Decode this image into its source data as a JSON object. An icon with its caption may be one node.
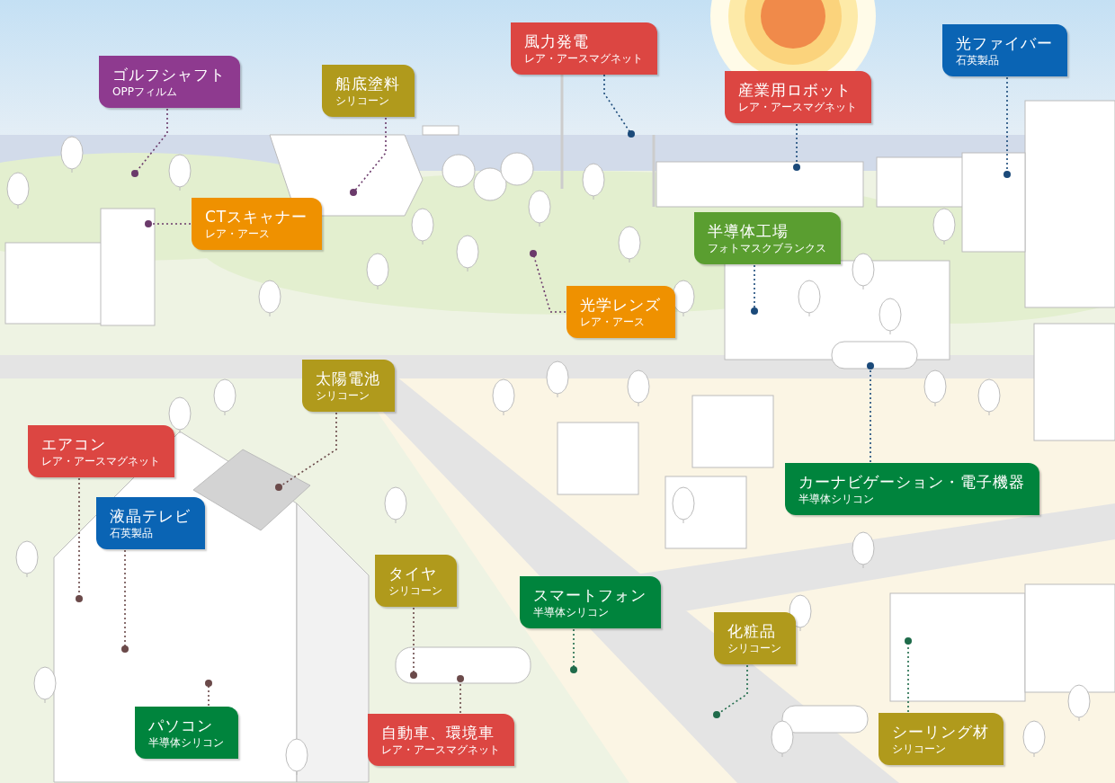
{
  "diagram": {
    "nodes": [
      {
        "text": [
          "風力発電",
          "レア・アースマグネット"
        ]
      },
      {
        "text": [
          "光ファイバー",
          "石英製品"
        ]
      },
      {
        "text": [
          "ゴルフシャフト",
          "OPPフィルム"
        ]
      },
      {
        "text": [
          "船底塗料",
          "シリコーン"
        ]
      },
      {
        "text": [
          "産業用ロボット",
          "レア・アースマグネット"
        ]
      },
      {
        "text": [
          "CTスキャナー",
          "レア・アース"
        ]
      },
      {
        "text": [
          "半導体工場",
          "フォトマスクブランクス"
        ]
      },
      {
        "text": [
          "光学レンズ",
          "レア・アース"
        ]
      },
      {
        "text": [
          "太陽電池",
          "シリコーン"
        ]
      },
      {
        "text": [
          "エアコン",
          "レア・アースマグネット"
        ]
      },
      {
        "text": [
          "カーナビゲーション・電子機器",
          "半導体シリコン"
        ]
      },
      {
        "text": [
          "液晶テレビ",
          "石英製品"
        ]
      },
      {
        "text": [
          "タイヤ",
          "シリコーン"
        ]
      },
      {
        "text": [
          "スマートフォン",
          "半導体シリコン"
        ]
      },
      {
        "text": [
          "化粧品",
          "シリコーン"
        ]
      },
      {
        "text": [
          "パソコン",
          "半導体シリコン"
        ]
      },
      {
        "text": [
          "シーリング材",
          "シリコーン"
        ]
      },
      {
        "text": [
          "自動車、環境車",
          "レア・アースマグネット"
        ]
      }
    ],
    "edges": [
      {
        "from": 0,
        "to": null,
        "arrow": "other",
        "style": "dashed",
        "color": "#1b4a7a"
      },
      {
        "from": 1,
        "to": null,
        "arrow": "other",
        "style": "dashed",
        "color": "#1b4a7a"
      },
      {
        "from": 2,
        "to": null,
        "arrow": "other",
        "style": "dashed",
        "color": "#6b3a6b"
      },
      {
        "from": 3,
        "to": null,
        "arrow": "other",
        "style": "dashed",
        "color": "#6b3a6b"
      },
      {
        "from": 4,
        "to": null,
        "arrow": "other",
        "style": "dashed",
        "color": "#1b4a7a"
      },
      {
        "from": 5,
        "to": null,
        "arrow": "other",
        "style": "dashed",
        "color": "#6b3a6b"
      },
      {
        "from": 6,
        "to": null,
        "arrow": "other",
        "style": "dashed",
        "color": "#1b4a7a"
      },
      {
        "from": 7,
        "to": null,
        "arrow": "other",
        "style": "dashed",
        "color": "#6b3a6b"
      },
      {
        "from": 8,
        "to": null,
        "arrow": "other",
        "style": "dashed"
      },
      {
        "from": 9,
        "to": null,
        "arrow": "other",
        "style": "dashed"
      },
      {
        "from": 10,
        "to": null,
        "arrow": "other",
        "style": "dashed",
        "color": "#1b4a7a"
      },
      {
        "from": 11,
        "to": null,
        "arrow": "other",
        "style": "dashed"
      },
      {
        "from": 12,
        "to": null,
        "arrow": "other",
        "style": "dashed"
      },
      {
        "from": 13,
        "to": null,
        "arrow": "other",
        "style": "dashed",
        "color": "#1f6b4a"
      },
      {
        "from": 14,
        "to": null,
        "arrow": "other",
        "style": "dashed",
        "color": "#1f6b4a"
      },
      {
        "from": 15,
        "to": null,
        "arrow": "other",
        "style": "dashed"
      },
      {
        "from": 16,
        "to": null,
        "arrow": "other",
        "style": "dashed",
        "color": "#1f6b4a"
      },
      {
        "from": 17,
        "to": null,
        "arrow": "other",
        "style": "dashed"
      }
    ]
  }
}
